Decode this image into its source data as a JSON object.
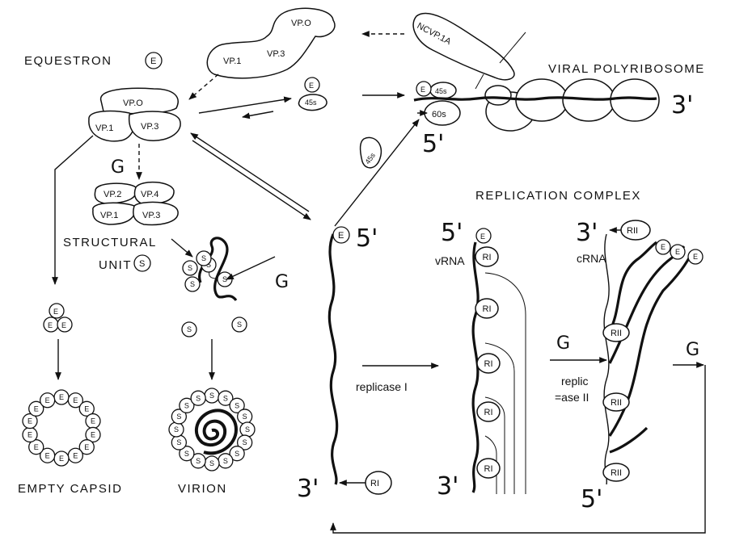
{
  "labels": {
    "equestron": "EQUESTRON",
    "viral_polyribosome": "VIRAL POLYRIBOSOME",
    "replication_complex": "REPLICATION COMPLEX",
    "structural_unit_line1": "STRUCTURAL",
    "structural_unit_line2": "UNIT",
    "empty_capsid": "EMPTY CAPSID",
    "virion": "VIRION",
    "vrna": "vRNA",
    "crna": "cRNA",
    "replicase1": "replicase I",
    "replicase2_line1": "replic",
    "replicase2_line2": "=ase II",
    "G": "G",
    "E": "E",
    "S": "S",
    "RI": "RI",
    "RII": "RII",
    "five_prime": "5'",
    "three_prime": "3'",
    "vp0": "VP.O",
    "vp1": "VP.1",
    "vp2": "VP.2",
    "vp3": "VP.3",
    "vp4": "VP.4",
    "ncvp1a": "NCVP.1A",
    "s45": "45s",
    "s60": "60s"
  }
}
